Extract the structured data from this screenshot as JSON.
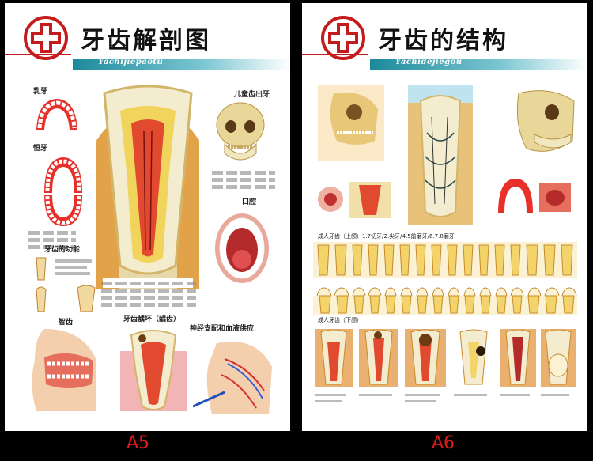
{
  "posters": [
    {
      "title": "牙齿解剖图",
      "subtitle": "Yachijiepaotu",
      "labels": {
        "rutooth": "乳牙",
        "permanent": "恒牙",
        "function": "牙齿的功能",
        "children": "儿童齿出牙",
        "mouth": "口腔",
        "wisdom": "智齿",
        "caries": "牙齿龋坏（龋齿）",
        "nerve": "神经支配和血液供应"
      },
      "size_label": "A5"
    },
    {
      "title": "牙齿的结构",
      "subtitle": "Yachidejiegou",
      "labels": {
        "upper_row": "成人牙齿（上颌）1.7切牙/2.尖牙/4.5前磨牙/6.7.8磨牙",
        "lower_row": "成人牙齿（下颌）"
      },
      "size_label": "A6"
    }
  ],
  "colors": {
    "cross_red": "#c41c1c",
    "band_teal": "#1c8a9c",
    "label_red": "#e01818"
  }
}
